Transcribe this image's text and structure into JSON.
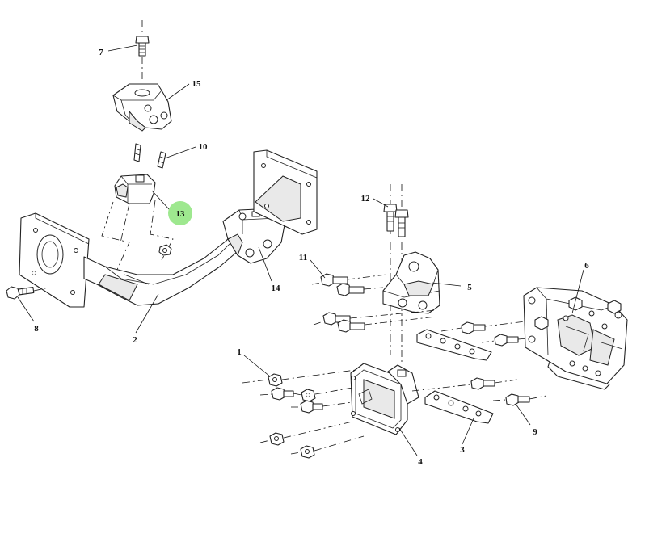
{
  "callouts": [
    {
      "id": "c1",
      "text": "1"
    },
    {
      "id": "c2",
      "text": "2"
    },
    {
      "id": "c3",
      "text": "3"
    },
    {
      "id": "c4",
      "text": "4"
    },
    {
      "id": "c5",
      "text": "5"
    },
    {
      "id": "c6",
      "text": "6"
    },
    {
      "id": "c7",
      "text": "7"
    },
    {
      "id": "c8",
      "text": "8"
    },
    {
      "id": "c9",
      "text": "9"
    },
    {
      "id": "c10",
      "text": "10"
    },
    {
      "id": "c11",
      "text": "11"
    },
    {
      "id": "c12",
      "text": "12"
    },
    {
      "id": "c13",
      "text": "13",
      "highlighted": true
    },
    {
      "id": "c14",
      "text": "14"
    },
    {
      "id": "c15",
      "text": "15"
    }
  ],
  "colors": {
    "highlight": "#9ee88f",
    "line": "#222222",
    "background": "#ffffff"
  }
}
